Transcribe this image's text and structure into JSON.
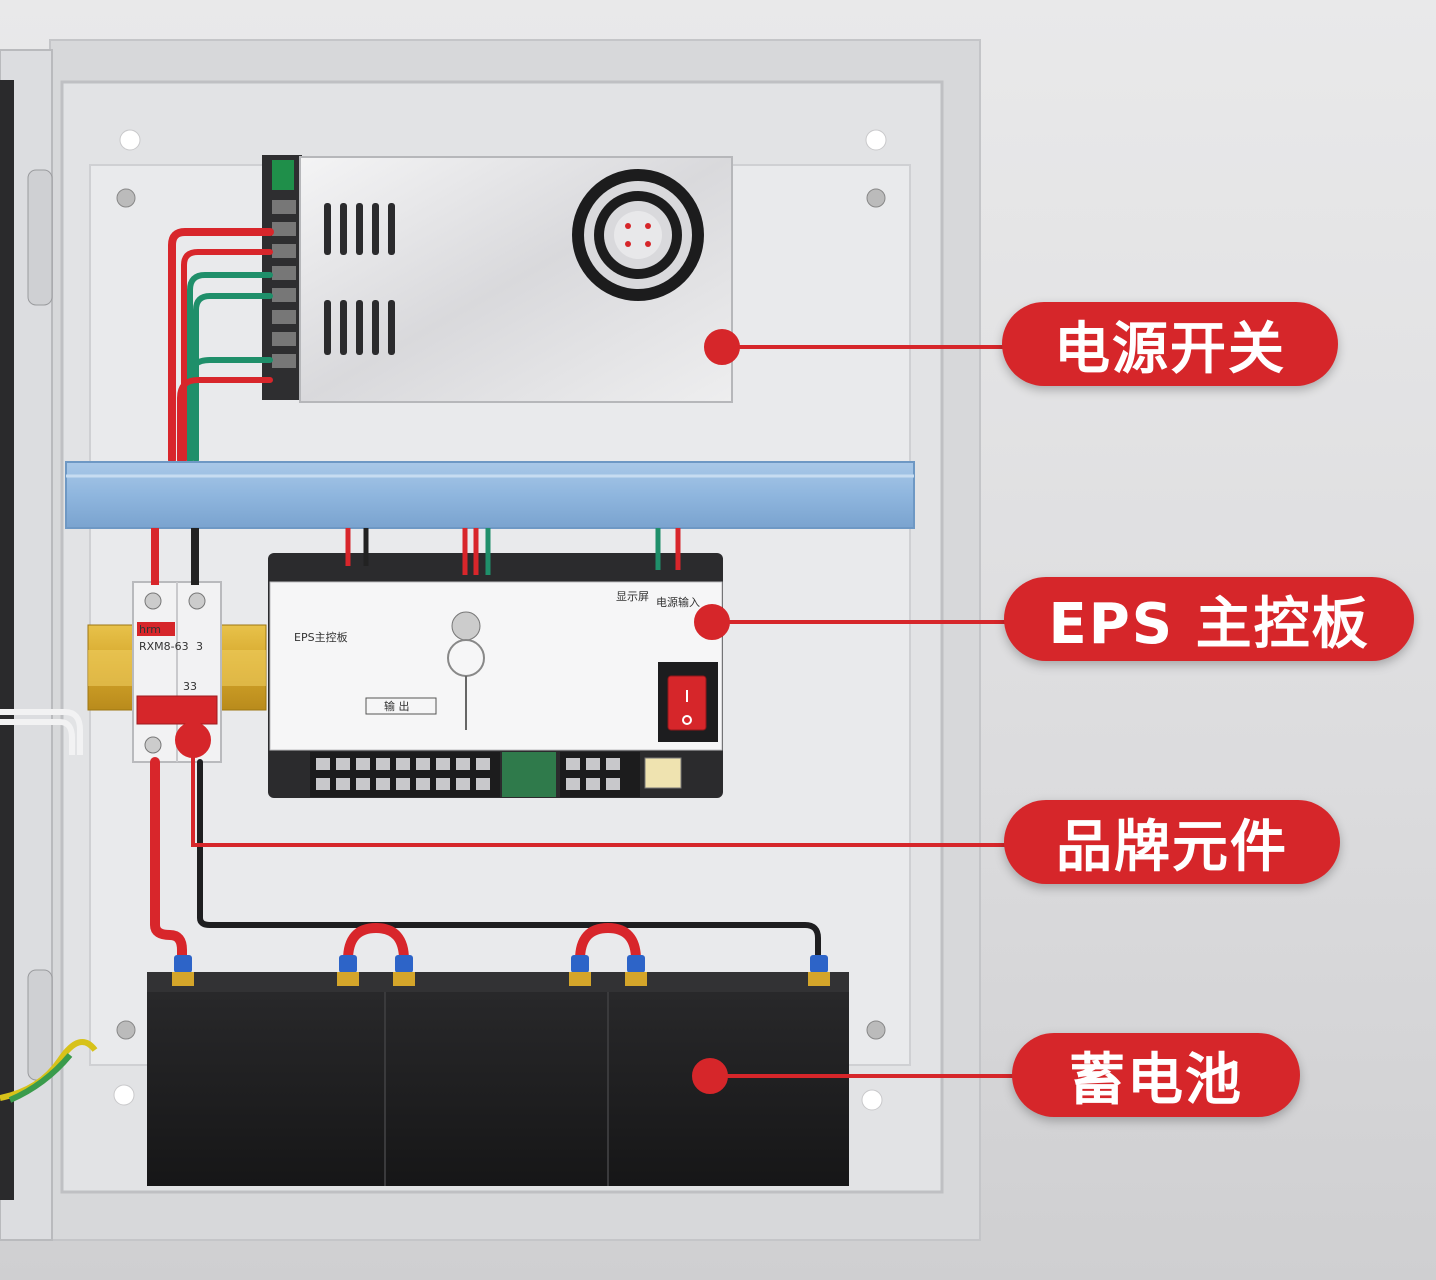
{
  "callouts": [
    {
      "id": "power-switch",
      "text": "电源开关"
    },
    {
      "id": "eps-board",
      "text": "EPS 主控板"
    },
    {
      "id": "brand-components",
      "text": "品牌元件"
    },
    {
      "id": "battery",
      "text": "蓄电池"
    }
  ],
  "board": {
    "title": "EPS主控板",
    "output_label": "输 出",
    "display_label": "显示屏",
    "power_input_label": "电源输入"
  },
  "breaker": {
    "brand": "hrm",
    "model": "RXM8-63",
    "rating": "3",
    "pole_mark": "33"
  },
  "colors": {
    "accent_red": "#d6262a",
    "cable_red": "#d8262b",
    "cable_green": "#1f8f6a",
    "rail_blue": "#8fb6de",
    "battery": "#1e1e20"
  }
}
